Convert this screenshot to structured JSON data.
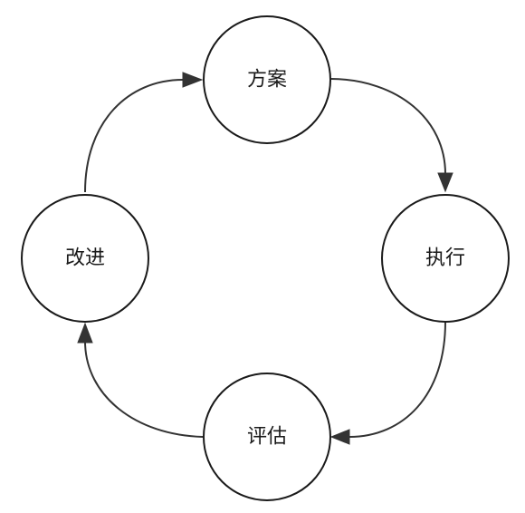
{
  "diagram": {
    "type": "cycle",
    "nodes": [
      {
        "id": "plan",
        "label": "方案"
      },
      {
        "id": "execute",
        "label": "执行"
      },
      {
        "id": "evaluate",
        "label": "评估"
      },
      {
        "id": "improve",
        "label": "改进"
      }
    ],
    "edges": [
      {
        "from": "plan",
        "to": "execute"
      },
      {
        "from": "execute",
        "to": "evaluate"
      },
      {
        "from": "evaluate",
        "to": "improve"
      },
      {
        "from": "improve",
        "to": "plan"
      }
    ]
  }
}
